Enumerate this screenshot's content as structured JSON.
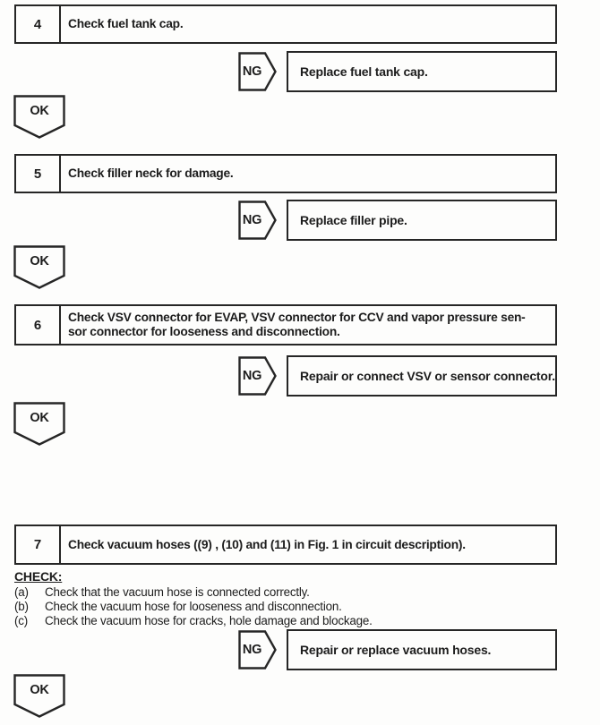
{
  "document": {
    "kind": "troubleshooting-flowchart",
    "ink_color": "#262626",
    "background": "#fdfdfc",
    "ng_label": "NG",
    "ok_label": "OK",
    "steps": [
      {
        "number": "4",
        "title_lines": [
          "Check fuel tank cap."
        ],
        "ng_action": "Replace fuel tank cap."
      },
      {
        "number": "5",
        "title_lines": [
          "Check filler neck for damage."
        ],
        "ng_action": "Replace filler pipe."
      },
      {
        "number": "6",
        "title_lines": [
          "Check VSV connector for EVAP, VSV connector for CCV and vapor pressure sen-",
          "sor connector for looseness and disconnection."
        ],
        "ng_action": "Repair or connect VSV or sensor connector."
      },
      {
        "number": "7",
        "title_lines": [
          "Check vacuum hoses ((9) , (10) and (11) in Fig. 1 in circuit description)."
        ],
        "check": {
          "heading": "CHECK:",
          "items": [
            {
              "label": "(a)",
              "text": "Check that the vacuum hose is connected correctly."
            },
            {
              "label": "(b)",
              "text": "Check the vacuum hose for looseness and disconnection."
            },
            {
              "label": "(c)",
              "text": "Check the vacuum hose for cracks, hole damage and blockage."
            }
          ]
        },
        "ng_action": "Repair or replace vacuum hoses."
      }
    ]
  }
}
